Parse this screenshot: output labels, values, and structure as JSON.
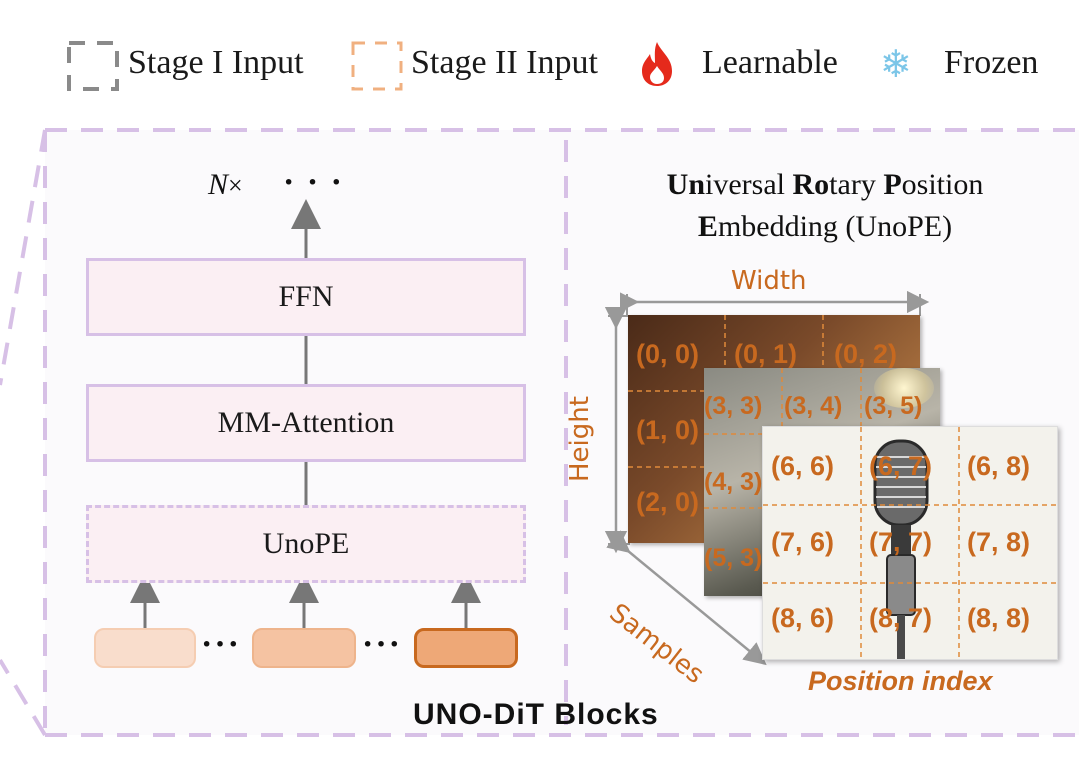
{
  "legend": {
    "stage1": "Stage I Input",
    "stage2": "Stage II Input",
    "learnable": "Learnable",
    "frozen": "Frozen"
  },
  "left": {
    "repeat_n": "N",
    "repeat_times": "×",
    "top_dots": "· · ·",
    "ffn": "FFN",
    "attention": "MM-Attention",
    "unope": "UnoPE",
    "token_dots": "···"
  },
  "right": {
    "title_line1_bold1": "Un",
    "title_line1_rest1": "iversal ",
    "title_line1_bold2": "R",
    "title_line1_mid": "o",
    "title_line1_bold3": "tary ",
    "title_line1_bold4": "P",
    "title_line1_rest2": "osition",
    "title_line2_bold": "E",
    "title_line2_rest": "mbedding (UnoPE)",
    "width_label": "Width",
    "height_label": "Height",
    "samples_label": "Samples",
    "position_index": "Position index",
    "back_cells": [
      "(0, 0)",
      "(0, 1)",
      "(0, 2)",
      "(1, 0)",
      "(2, 0)"
    ],
    "mid_cells": [
      "(3, 3)",
      "(3, 4)",
      "(3, 5)",
      "(4, 3)",
      "(5, 3)"
    ],
    "front_cells": [
      "(6, 6)",
      "(6, 7)",
      "(6, 8)",
      "(7, 6)",
      "(7, 7)",
      "(7, 8)",
      "(8, 6)",
      "(8, 7)",
      "(8, 8)"
    ]
  },
  "footer": {
    "blocks_label": "UNO-DiT Blocks"
  },
  "colors": {
    "panel_border": "#d7c0e6",
    "layer_fill": "#fbeff3",
    "orange_text": "#c8691f",
    "token1": "#f9ddcc",
    "token2": "#f5c3a2",
    "token3": "#eea877",
    "token3_border": "#c8691f"
  }
}
